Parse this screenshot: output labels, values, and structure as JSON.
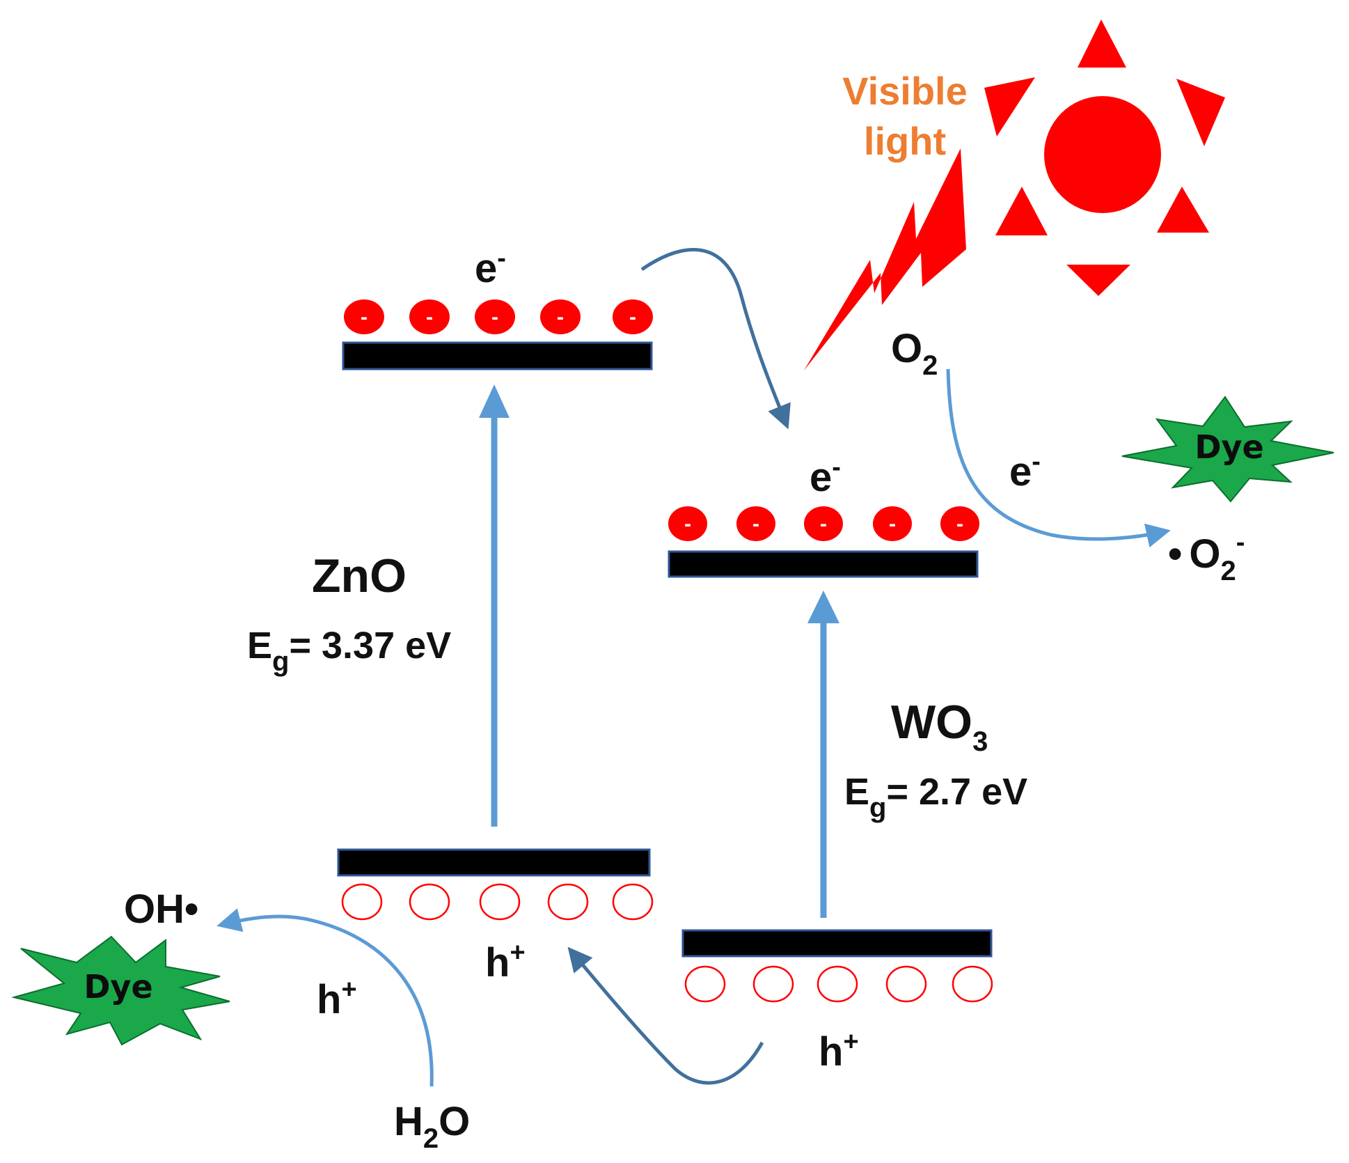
{
  "colors": {
    "sun": "#ff0000",
    "electron": "#ff0000",
    "hole_stroke": "#ff0000",
    "band": "#000000",
    "band_border": "#2f5597",
    "arrow_light": "#5b9bd5",
    "arrow_dark": "#41709c",
    "dye": "#1aa84a",
    "light_text": "#ed7d31"
  },
  "light": {
    "line1": "Visible",
    "line2": "light"
  },
  "zno": {
    "name": "ZnO",
    "eg_symbol": "E",
    "eg_sub": "g",
    "eg_value": "= 3.37 eV",
    "electron_label": "e",
    "electron_sup": "-",
    "hole_label": "h",
    "hole_sup": "+",
    "electrons": [
      "-",
      "-",
      "-",
      "-",
      "-"
    ],
    "hole_count": 5
  },
  "wo3": {
    "name": "WO",
    "name_sub": "3",
    "eg_symbol": "E",
    "eg_sub": "g",
    "eg_value": "= 2.7 eV",
    "electron_label": "e",
    "electron_sup": "-",
    "hole_label": "h",
    "hole_sup": "+",
    "electrons": [
      "-",
      "-",
      "-",
      "-",
      "-"
    ],
    "hole_count": 5
  },
  "oxygen": {
    "o2": "O",
    "o2_sub": "2",
    "electron": "e",
    "electron_sup": "-",
    "superoxide_dot": "•",
    "superoxide": "O",
    "superoxide_sub": "2",
    "superoxide_sup": "-"
  },
  "water": {
    "h": "H",
    "h_sub": "2",
    "o": "O",
    "hole": "h",
    "hole_sup": "+",
    "radical": "OH•"
  },
  "dye_labels": [
    "Dye",
    "Dye"
  ]
}
